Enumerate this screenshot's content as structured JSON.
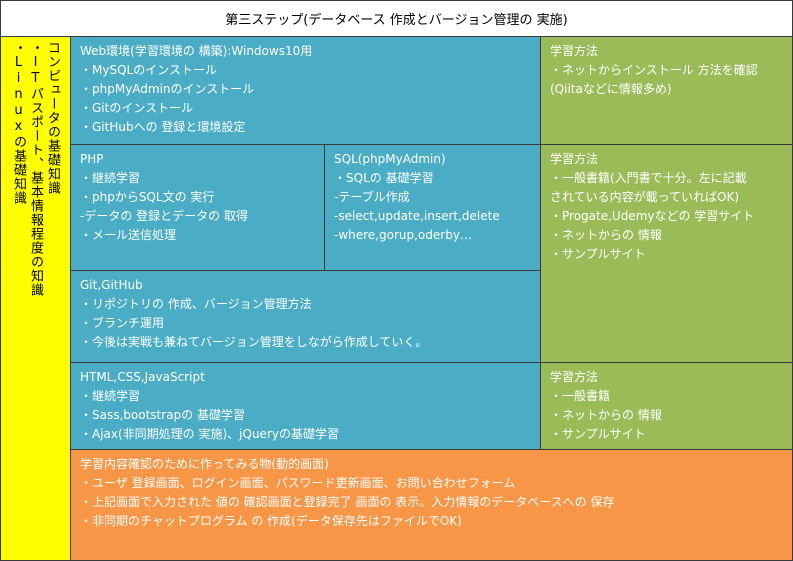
{
  "title": "第三ステップ(データベース 作成とバージョン管理の 実施)",
  "sidebar": {
    "col1": "コンピュータの基礎知識",
    "col2": "・ITパスポート、基本情報程度の知識",
    "col3": "・Linuxの基礎知識"
  },
  "web_env": {
    "heading": "Web環境(学習環境の 構築):Windows10用",
    "items": [
      "・MySQLのインストール",
      "・phpMyAdminのインストール",
      "・Gitのインストール",
      "・GitHubへの 登録と環境設定"
    ]
  },
  "method1": {
    "heading": "学習方法",
    "items": [
      "・ネットからインストール 方法を確認",
      "(Qiitaなどに情報多め)"
    ]
  },
  "php": {
    "heading": "PHP",
    "items": [
      "・継続学習",
      "・phpからSQL文の 実行",
      " -データの 登録とデータの 取得",
      "・メール送信処理"
    ]
  },
  "sql": {
    "heading": "SQL(phpMyAdmin)",
    "items": [
      "・SQLの 基礎学習",
      " -テーブル作成",
      " -select,update,insert,delete",
      " -where,gorup,oderby…"
    ]
  },
  "method2": {
    "heading": "学習方法",
    "items": [
      "・一般書籍(入門書で十分。左に記載",
      "されている内容が載っていればOK)",
      "・Progate,Udemyなどの 学習サイト",
      "・ネットからの 情報",
      "・サンプルサイト"
    ]
  },
  "git": {
    "heading": "Git,GitHub",
    "items": [
      "・リポジトリの 作成、バージョン管理方法",
      "・ブランチ運用",
      "・今後は実戦も兼ねてバージョン管理をしながら作成していく。"
    ]
  },
  "html": {
    "heading": "HTML,CSS,JavaScript",
    "items": [
      "・継続学習",
      "・Sass,bootstrapの 基礎学習",
      "・Ajax(非同期処理の 実施)、jQueryの基礎学習"
    ]
  },
  "method3": {
    "heading": "学習方法",
    "items": [
      "・一般書籍",
      "・ネットからの 情報",
      "・サンプルサイト"
    ]
  },
  "project": {
    "heading": "学習内容確認のために作ってみる物(動的画面)",
    "items": [
      "・ユーザ 登録画面、ログイン画面、パスワード更新画面、お問い合わせフォーム",
      "・上記画面で入力された 値の 確認画面と登録完了 画面の 表示。入力情報のデータベースへの 保存",
      "・非同期のチャットプログラム の 作成(データ保存先はファイルでOK)"
    ]
  },
  "colors": {
    "blue": "#4bacc6",
    "green": "#9bbb59",
    "orange": "#f79646",
    "yellow": "#ffff00"
  }
}
